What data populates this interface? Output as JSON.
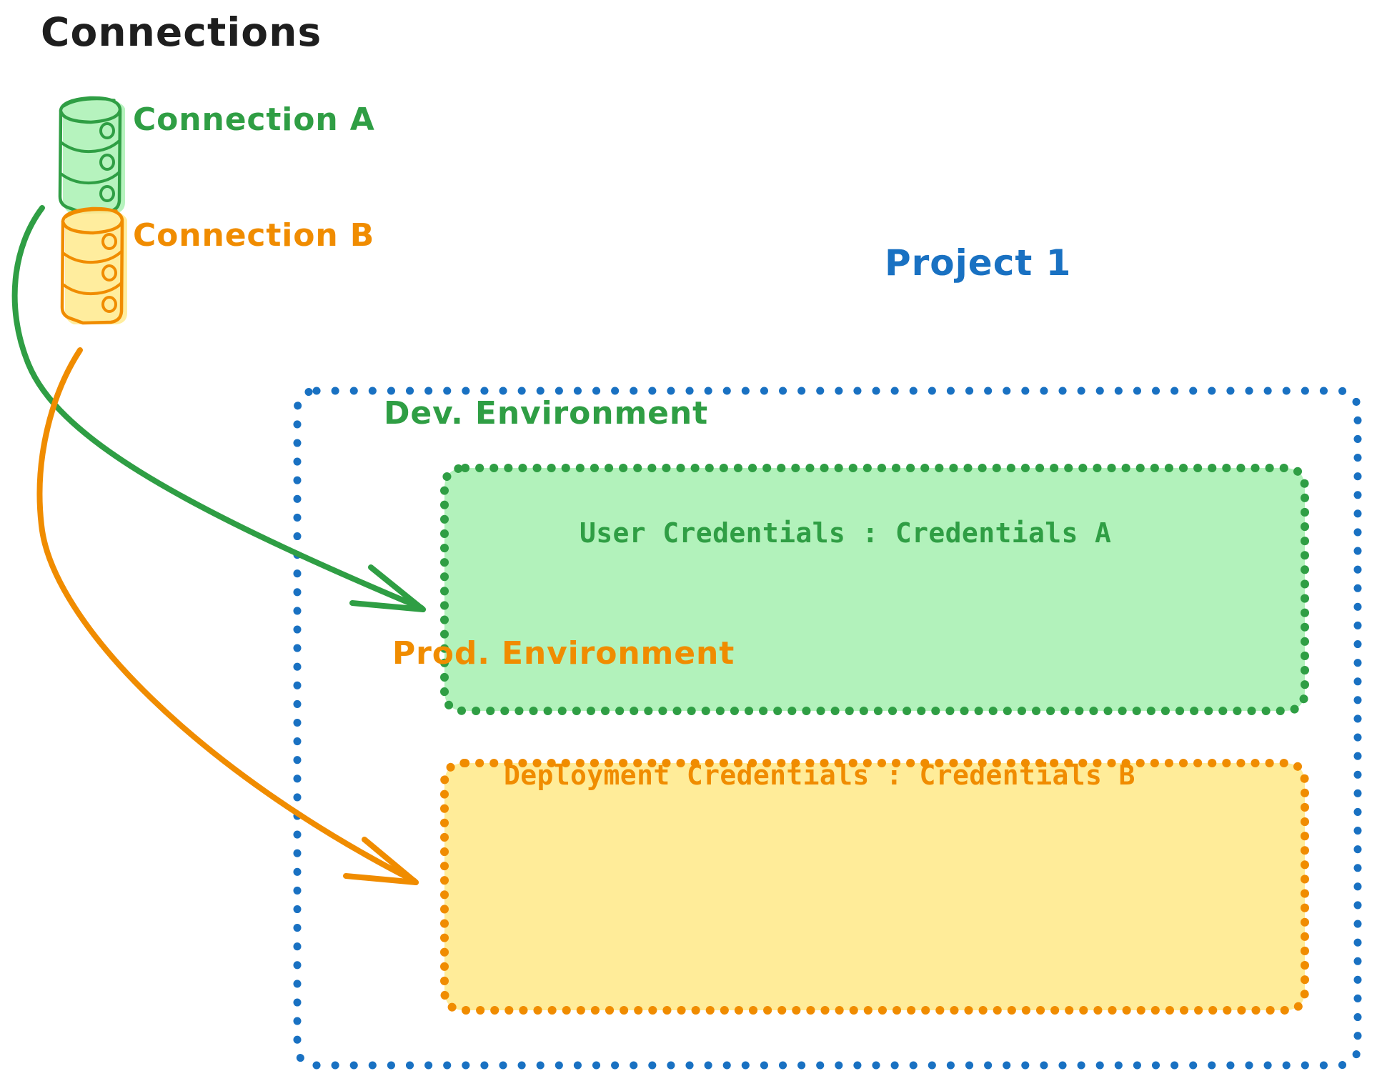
{
  "diagram": {
    "title": "Connections",
    "type": "architecture-diagram",
    "style": "hand-drawn",
    "background": "#ffffff"
  },
  "colors": {
    "green_stroke": "#2f9e44",
    "green_fill": "#b2f2bb",
    "orange_stroke": "#f08c00",
    "orange_fill": "#ffec99",
    "blue_stroke": "#1971c2",
    "title_text": "#1e1e1e"
  },
  "connections": {
    "heading": "Connections",
    "items": [
      {
        "id": "connection-a",
        "label": "Connection A",
        "icon": "database-cylinder-icon",
        "color": "#2f9e44",
        "fill": "#b2f2bb",
        "targets": "dev-environment"
      },
      {
        "id": "connection-b",
        "label": "Connection B",
        "icon": "database-cylinder-icon",
        "color": "#f08c00",
        "fill": "#ffec99",
        "targets": "prod-environment"
      }
    ]
  },
  "project": {
    "label": "Project 1",
    "color": "#1971c2",
    "border": "dotted",
    "environments": [
      {
        "id": "dev-environment",
        "label": "Dev. Environment",
        "color": "#2f9e44",
        "fill": "#b2f2bb",
        "border": "dotted",
        "credential_label": "User Credentials",
        "credential_separator": ":",
        "credential_value": "Credentials A",
        "credential_line": "User Credentials : Credentials A"
      },
      {
        "id": "prod-environment",
        "label": "Prod. Environment",
        "color": "#f08c00",
        "fill": "#ffec99",
        "border": "dotted",
        "credential_label": "Deployment Credentials",
        "credential_separator": ":",
        "credential_value": "Credentials B",
        "credential_line": "Deployment Credentials : Credentials B"
      }
    ]
  },
  "arrows": [
    {
      "id": "arrow-a-to-dev",
      "from": "connection-a",
      "to": "dev-environment",
      "color": "#2f9e44"
    },
    {
      "id": "arrow-b-to-prod",
      "from": "connection-b",
      "to": "prod-environment",
      "color": "#f08c00"
    }
  ]
}
